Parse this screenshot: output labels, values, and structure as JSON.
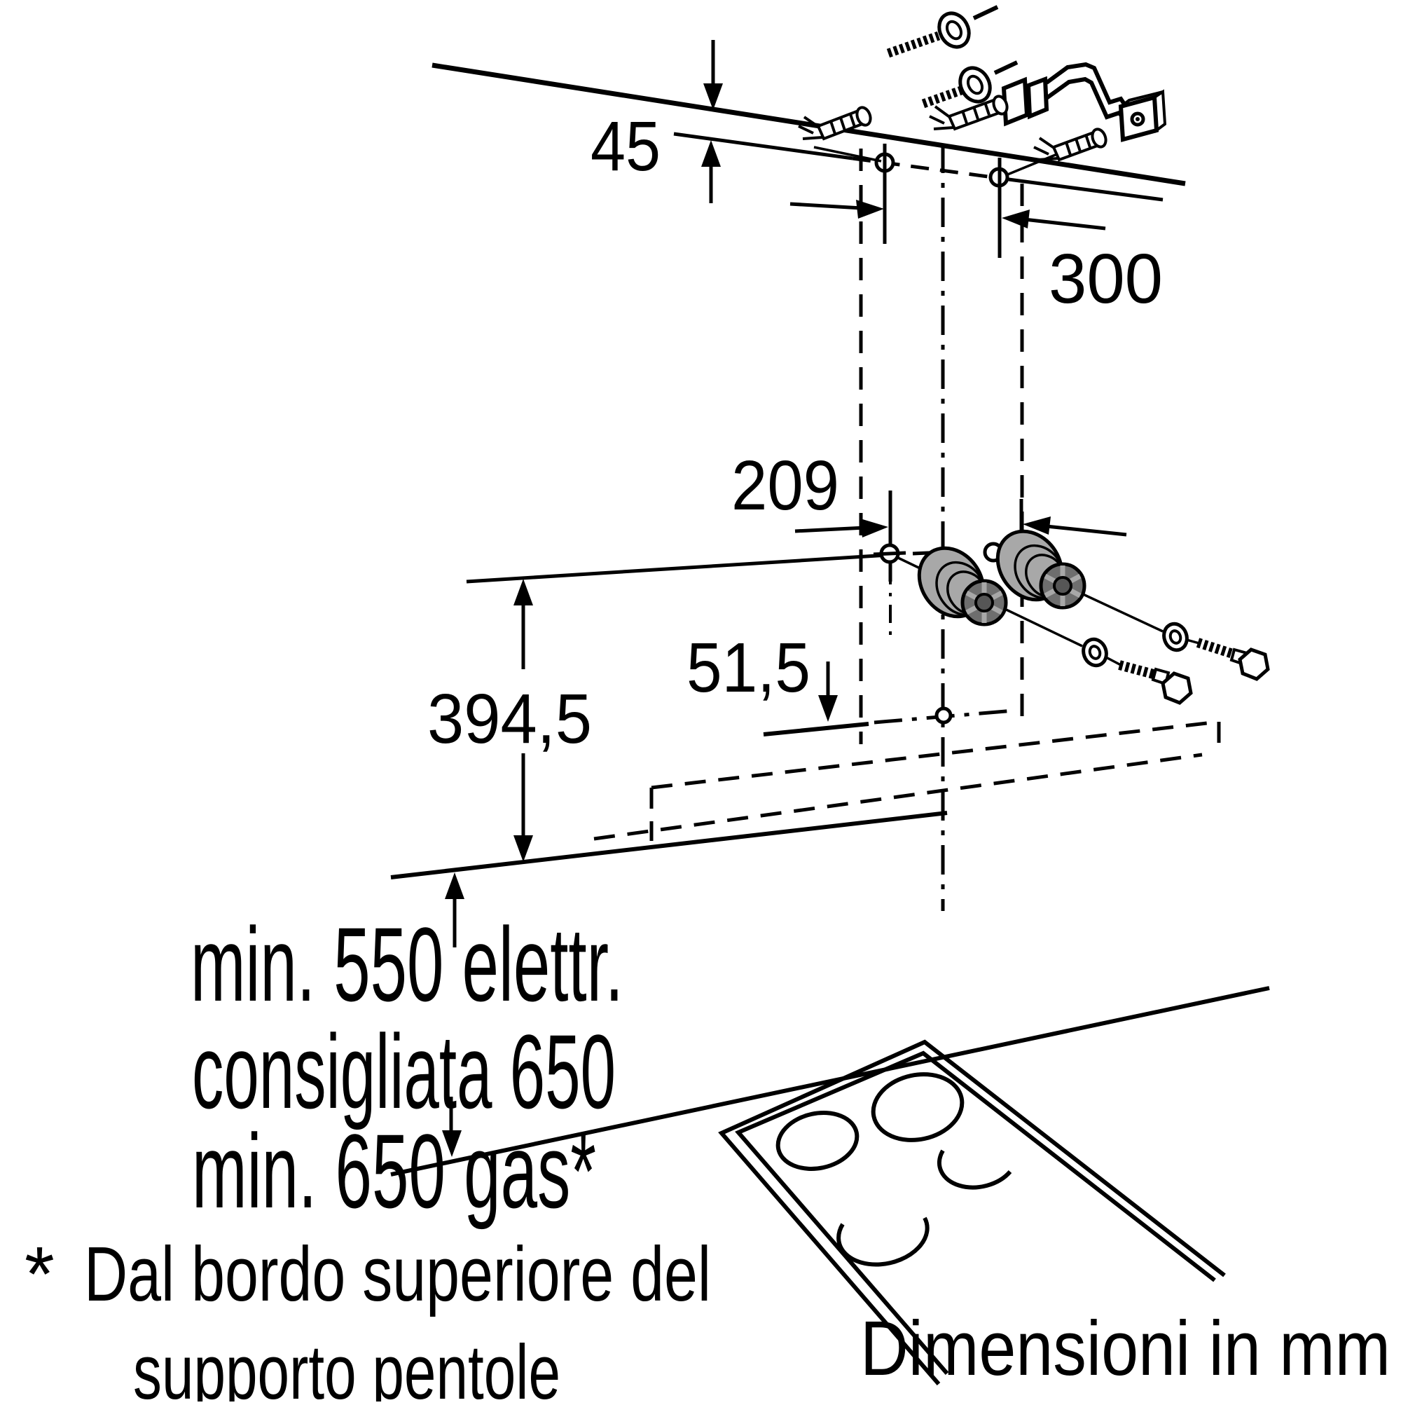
{
  "drawing": {
    "dims": {
      "d45": "45",
      "d300": "300",
      "d209": "209",
      "d394": "394,5",
      "d51": "51,5"
    },
    "clearance": {
      "line1": "min. 550 elettr.",
      "line2": "consigliata 650",
      "line3": "min. 650 gas*"
    },
    "footnote": {
      "marker": "*",
      "line1": "Dal bordo superiore del",
      "line2": "supporto pentole"
    },
    "units_note": "Dimensioni in mm",
    "colors": {
      "line": "#000000",
      "cone_body": "#a8a8a8",
      "cone_face": "#6e6e6e",
      "cone_hub": "#565656"
    }
  }
}
